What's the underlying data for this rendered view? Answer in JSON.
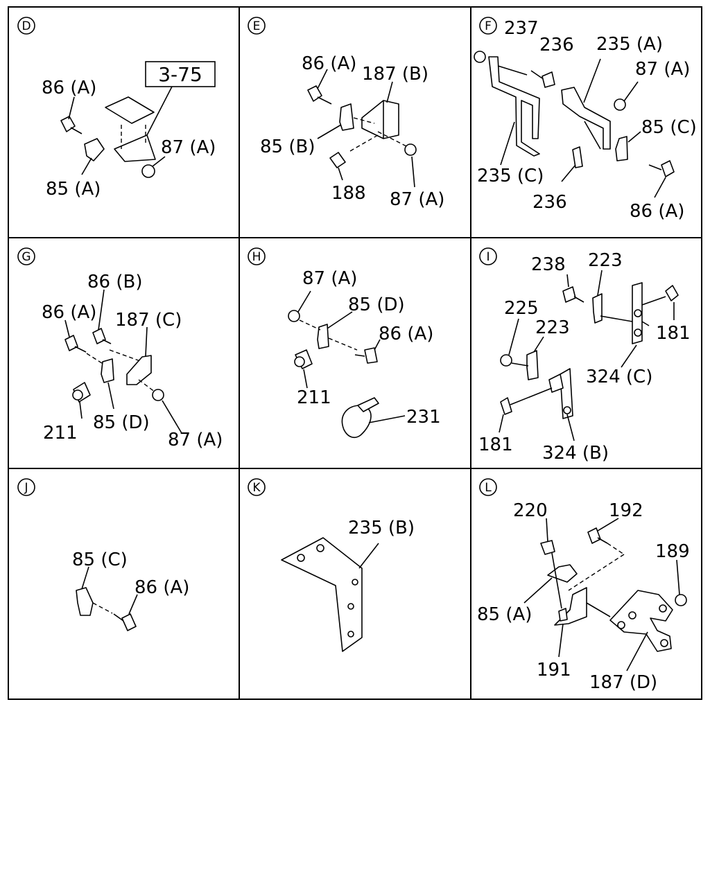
{
  "panels": {
    "D": {
      "letter": "D",
      "ref_box": "3-75",
      "labels": [
        "86 (A)",
        "85 (A)",
        "87 (A)"
      ]
    },
    "E": {
      "letter": "E",
      "labels": [
        "86 (A)",
        "187 (B)",
        "85 (B)",
        "188",
        "87 (A)"
      ]
    },
    "F": {
      "letter": "F",
      "labels": [
        "237",
        "236",
        "235 (A)",
        "87 (A)",
        "85 (C)",
        "235 (C)",
        "236",
        "86 (A)"
      ]
    },
    "G": {
      "letter": "G",
      "labels": [
        "86 (B)",
        "86 (A)",
        "187 (C)",
        "211",
        "85 (D)",
        "87 (A)"
      ]
    },
    "H": {
      "letter": "H",
      "labels": [
        "87 (A)",
        "85 (D)",
        "86 (A)",
        "211",
        "231"
      ]
    },
    "I": {
      "letter": "I",
      "labels": [
        "238",
        "223",
        "181",
        "225",
        "223",
        "324 (C)",
        "181",
        "324 (B)"
      ]
    },
    "J": {
      "letter": "J",
      "labels": [
        "85 (C)",
        "86 (A)"
      ]
    },
    "K": {
      "letter": "K",
      "labels": [
        "235 (B)"
      ]
    },
    "L": {
      "letter": "L",
      "labels": [
        "220",
        "192",
        "189",
        "85 (A)",
        "191",
        "187 (D)"
      ]
    }
  }
}
